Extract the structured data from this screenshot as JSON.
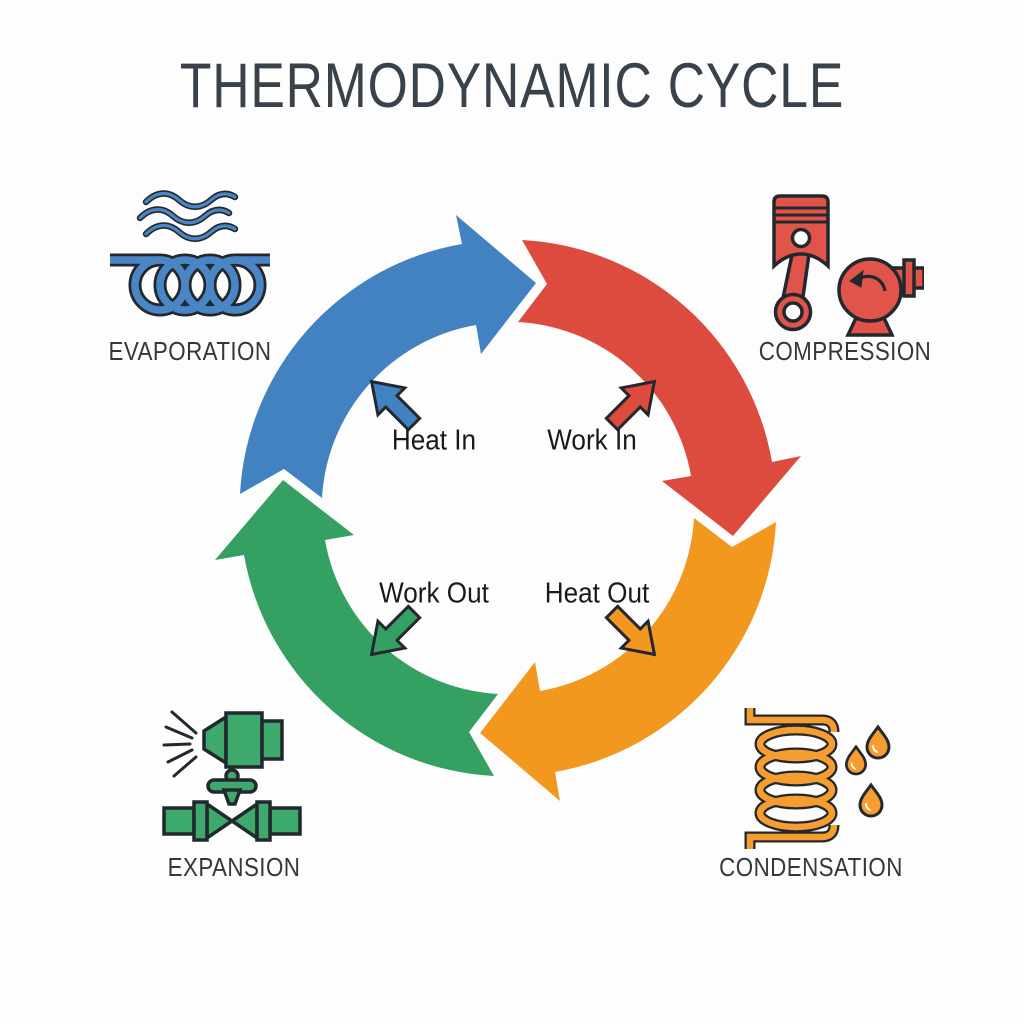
{
  "title": "THERMODYNAMIC CYCLE",
  "colors": {
    "blue": "#4382c1",
    "red": "#dc4b3d",
    "orange": "#f2981f",
    "green": "#34a062",
    "icon_blue": "#4a86c5",
    "icon_red": "#e0544a",
    "icon_orange": "#f59d2e",
    "icon_green": "#3da96c",
    "outline": "#22282e",
    "title_text": "#39414b",
    "stage_text": "#33383d",
    "flow_text": "#17191c"
  },
  "cycle": {
    "direction": "clockwise",
    "stages": [
      {
        "label": "EVAPORATION",
        "position": "top-left",
        "color_key": "blue"
      },
      {
        "label": "COMPRESSION",
        "position": "top-right",
        "color_key": "red"
      },
      {
        "label": "CONDENSATION",
        "position": "bottom-right",
        "color_key": "orange"
      },
      {
        "label": "EXPANSION",
        "position": "bottom-left",
        "color_key": "green"
      }
    ],
    "flows": [
      {
        "label": "Heat In",
        "direction": "up-left",
        "color_key": "blue"
      },
      {
        "label": "Work In",
        "direction": "up-right",
        "color_key": "red"
      },
      {
        "label": "Work Out",
        "direction": "down-left",
        "color_key": "green"
      },
      {
        "label": "Heat Out",
        "direction": "down-right",
        "color_key": "orange"
      }
    ]
  }
}
